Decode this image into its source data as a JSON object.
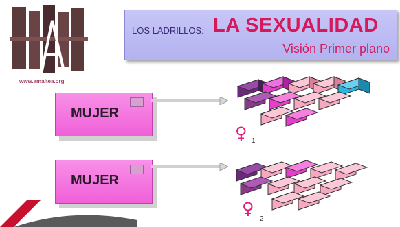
{
  "logo": {
    "url_text": "www.amaltea.org"
  },
  "title": {
    "prefix": "LOS LADRILLOS:",
    "main": "LA SEXUALIDAD",
    "subtitle": "Visión Primer plano"
  },
  "rows": [
    {
      "label": "MUJER",
      "figure_number": "1"
    },
    {
      "label": "MUJER",
      "figure_number": "2"
    }
  ],
  "colors": {
    "magenta": "#e63ecb",
    "pink": "#f7a8c0",
    "purple": "#8a3a8a",
    "cyan": "#2bb5e0",
    "title_red": "#d6195b"
  }
}
